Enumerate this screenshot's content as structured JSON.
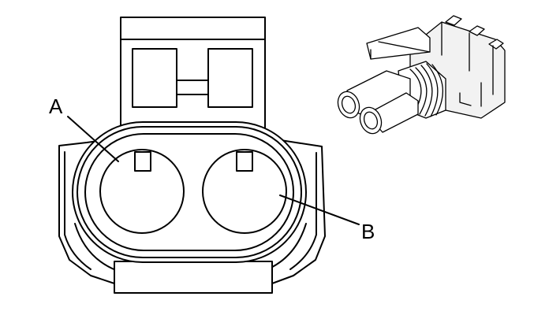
{
  "callouts": {
    "a": "A",
    "b": "B"
  },
  "icons": [
    "connector-face-view",
    "connector-isometric-view"
  ],
  "colors": {
    "line": "#000000",
    "background": "#ffffff"
  }
}
